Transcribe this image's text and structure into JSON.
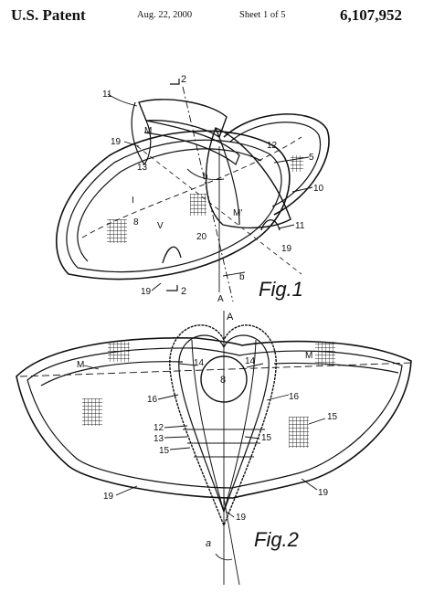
{
  "header": {
    "patent_label": "U.S. Patent",
    "date": "Aug. 22, 2000",
    "sheet": "Sheet 1 of 5",
    "patent_number": "6,107,952"
  },
  "figures": [
    {
      "caption": "Fig.1",
      "labels": [
        "11",
        "2",
        "M",
        "19",
        "13",
        "12",
        "5",
        "b",
        "10",
        "I",
        "8",
        "V",
        "M'",
        "20",
        "11",
        "19",
        "b",
        "2",
        "19",
        "A"
      ]
    },
    {
      "caption": "Fig.2",
      "labels": [
        "A",
        "M",
        "14",
        "8",
        "14",
        "M",
        "16",
        "16",
        "12",
        "13",
        "15",
        "15",
        "15",
        "19",
        "19",
        "19",
        "a"
      ]
    }
  ]
}
